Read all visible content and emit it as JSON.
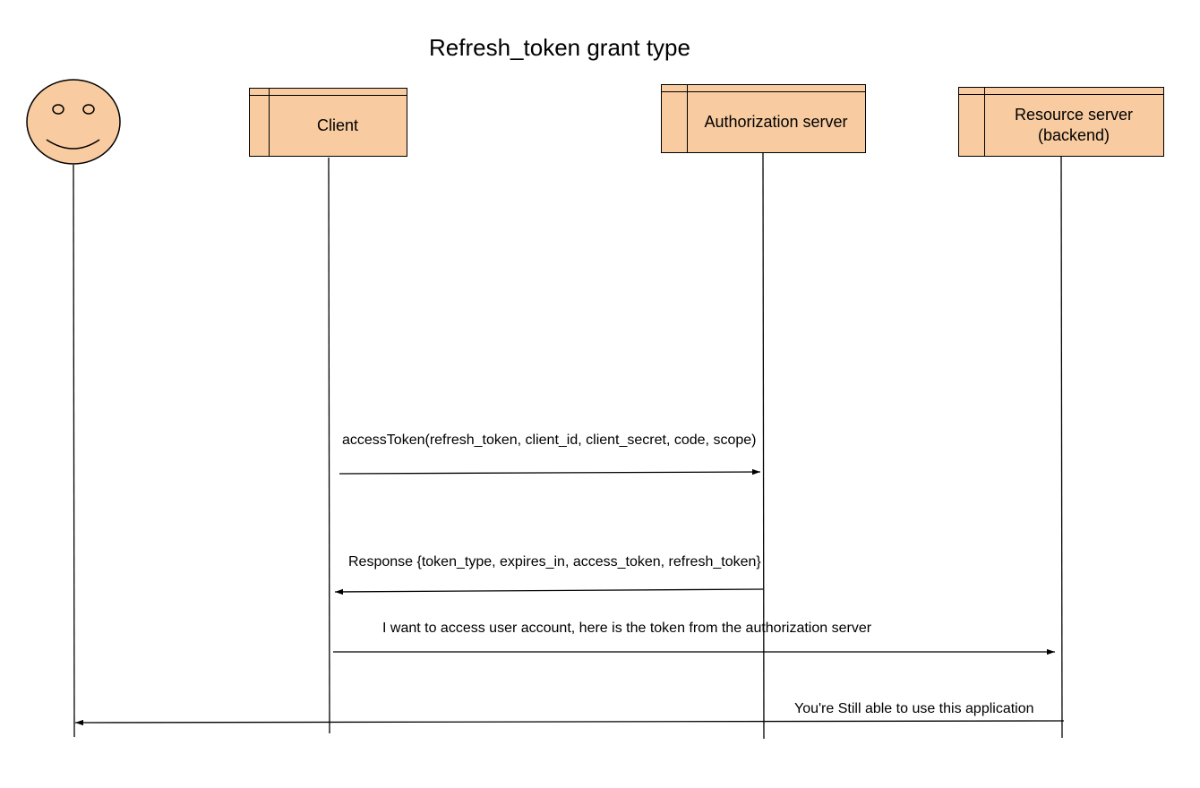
{
  "title": "Refresh_token grant type",
  "participants": [
    {
      "id": "user",
      "kind": "actor"
    },
    {
      "id": "client",
      "label": "Client"
    },
    {
      "id": "auth",
      "label": "Authorization server"
    },
    {
      "id": "resource",
      "label": "Resource server\n(backend)"
    }
  ],
  "messages": [
    {
      "from": "client",
      "to": "auth",
      "label": "accessToken(refresh_token, client_id, client_secret, code, scope)"
    },
    {
      "from": "auth",
      "to": "client",
      "label": "Response {token_type, expires_in, access_token, refresh_token}"
    },
    {
      "from": "client",
      "to": "resource",
      "label": "I want to access user account, here is the token from the authorization server"
    },
    {
      "from": "resource",
      "to": "user",
      "label": "You're Still  able to use this application"
    }
  ],
  "colors": {
    "box_fill": "#f8cba0",
    "actor_fill": "#f8cba0",
    "line": "#000000"
  }
}
